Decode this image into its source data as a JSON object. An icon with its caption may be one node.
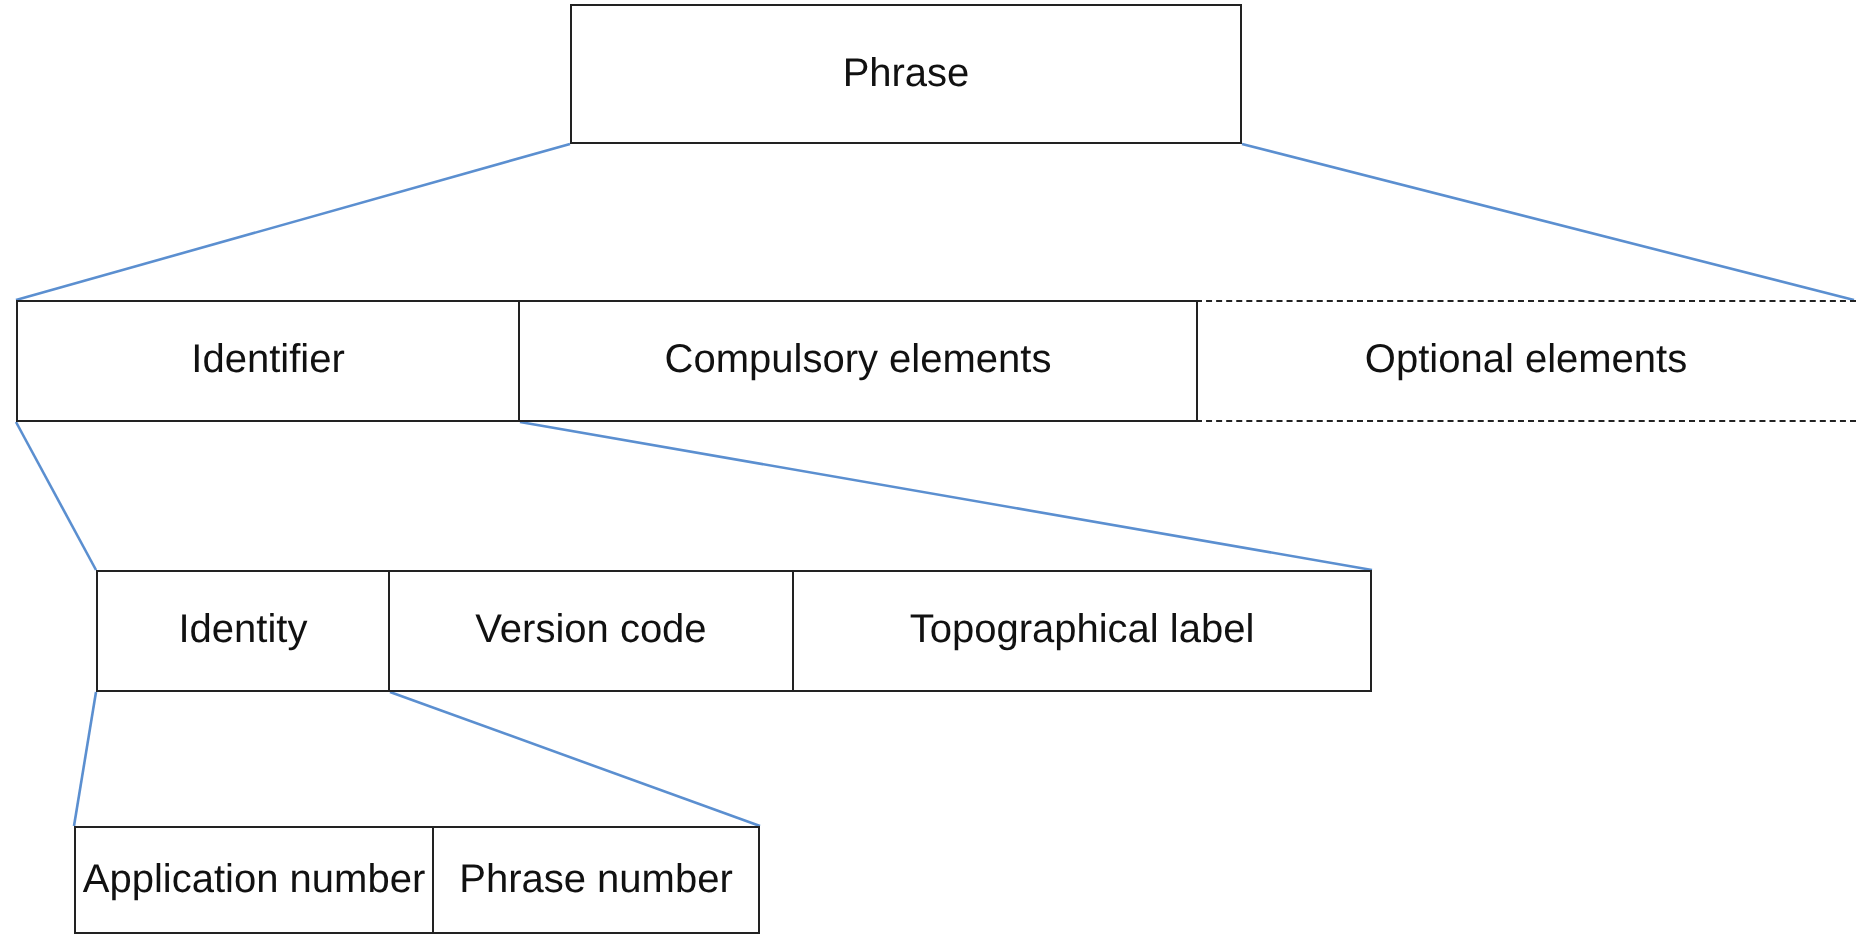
{
  "diagram": {
    "nodes": [
      {
        "text": [
          "Phrase"
        ]
      },
      {
        "text": [
          "Identifier"
        ]
      },
      {
        "text": [
          "Compulsory elements"
        ]
      },
      {
        "text": [
          "Optional elements"
        ]
      },
      {
        "text": [
          "Identity"
        ]
      },
      {
        "text": [
          "Version code"
        ]
      },
      {
        "text": [
          "Topographical label"
        ]
      },
      {
        "text": [
          "Application number"
        ]
      },
      {
        "text": [
          "Phrase number"
        ]
      }
    ],
    "edges": [
      {
        "from": 0,
        "to": 1,
        "arrow": "none"
      },
      {
        "from": 0,
        "to": 3,
        "arrow": "none"
      },
      {
        "from": 1,
        "to": 4,
        "arrow": "none"
      },
      {
        "from": 1,
        "to": 6,
        "arrow": "none"
      },
      {
        "from": 4,
        "to": 7,
        "arrow": "none"
      },
      {
        "from": 4,
        "to": 8,
        "arrow": "none"
      }
    ]
  }
}
